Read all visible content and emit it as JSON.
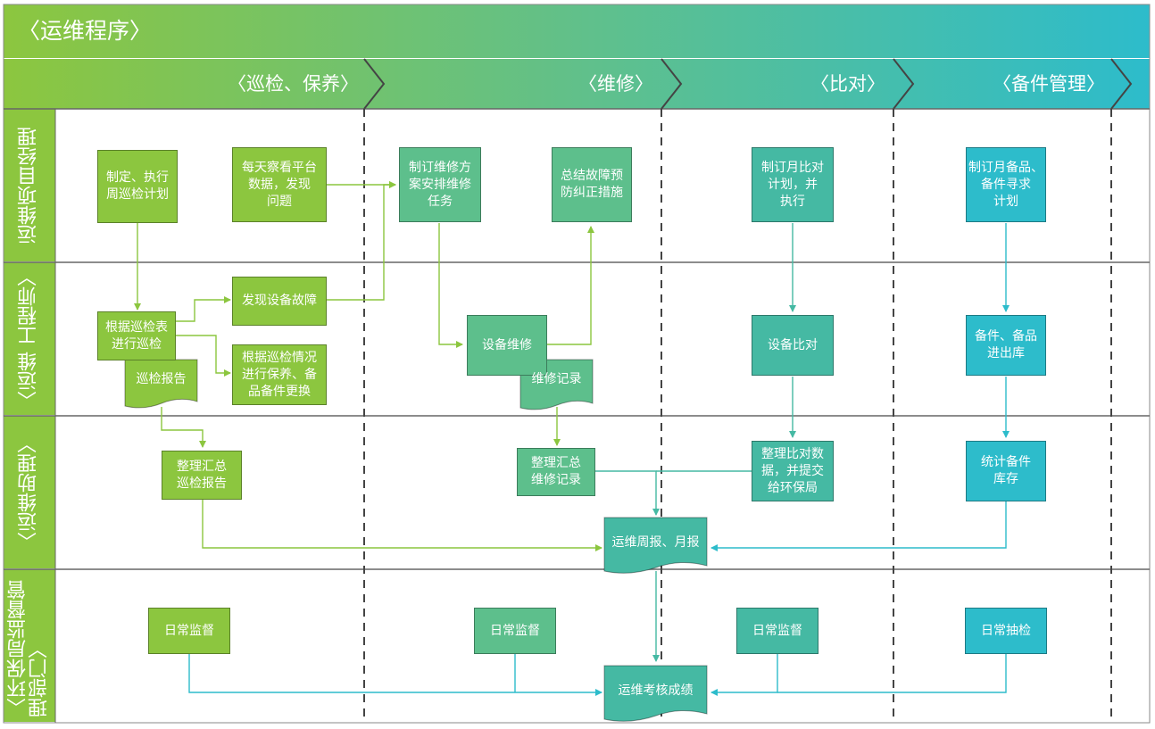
{
  "title": "〈运维程序〉",
  "colors": {
    "green": "#8cc63f",
    "teal": "#45b9a3",
    "cyan": "#2dbccb",
    "line_green": "#8cc63f",
    "line_cyan": "#2dbccb"
  },
  "phases": [
    "〈巡检、保养〉",
    "〈维修〉",
    "〈比对〉",
    "〈备件管理〉"
  ],
  "lanes": [
    "运维项目经理",
    "〈运维 工程师〉",
    "〈运维助理〉",
    "〈环保局监督管理部门〉"
  ],
  "boxes": {
    "plan_inspection": "制定、执行\n周巡检计划",
    "check_platform": "每天察看平台\n数据，发现\n问题",
    "repair_plan": "制订维修方\n案安排维修\n任务",
    "summarize_fault": "总结故障预\n防纠正措施",
    "monthly_compare": "制订月比对\n计划，并\n执行",
    "spare_plan": "制订月备品、\n备件寻求\n计划",
    "find_fault": "发现设备故障",
    "inspect_by_table": "根据巡检表\n进行巡检",
    "maintain_replace": "根据巡检情况\n进行保养、备\n品备件更换",
    "equip_repair": "设备维修",
    "equip_compare": "设备比对",
    "spare_io": "备件、备品\n进出库",
    "sum_inspection": "整理汇总\n巡检报告",
    "sum_repair": "整理汇总\n维修记录",
    "compare_data": "整理比对数\n据，并提交\n给环保局",
    "spare_stock": "统计备件\n库存",
    "daily_1": "日常监督",
    "daily_2": "日常监督",
    "daily_3": "日常监督",
    "daily_spot": "日常抽检"
  },
  "docs": {
    "inspection_report": "巡检报告",
    "repair_record": "维修记录",
    "weekly_monthly": "运维周报、月报",
    "performance": "运维考核成绩"
  }
}
